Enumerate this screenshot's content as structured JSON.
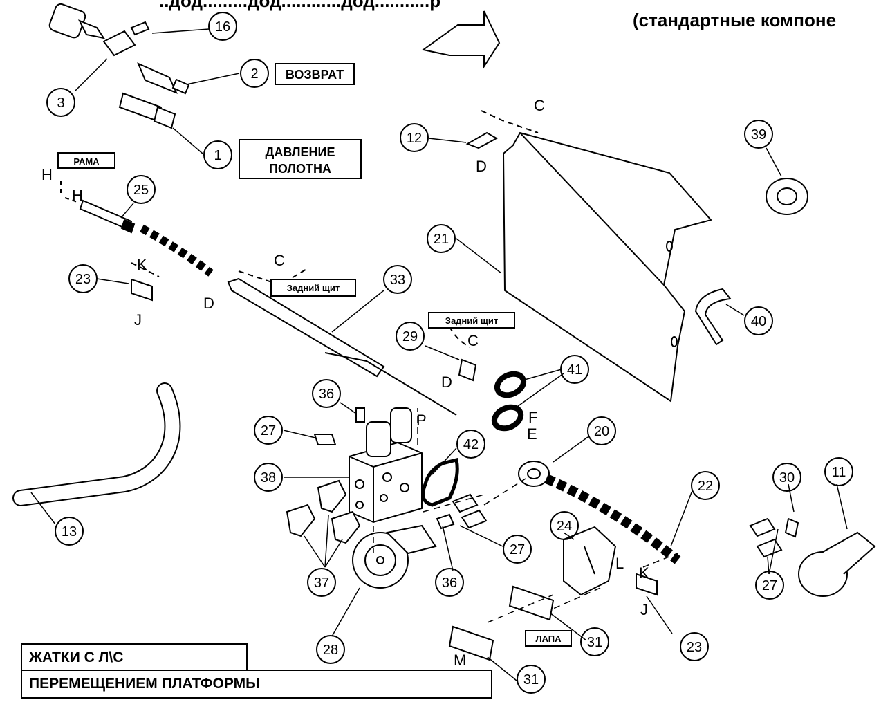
{
  "header": {
    "title_fragment": "..дод.........дод............дод...........р",
    "subtitle": "(стандартные компоне"
  },
  "captions": {
    "return": "ВОЗВРАТ",
    "pressure_line1": "ДАВЛЕНИЕ",
    "pressure_line2": "ПОЛОТНА",
    "frame": "РАМА",
    "rear_shield": "Задний щит",
    "rear_shield_2": "Задний щит",
    "foot": "ЛАПА"
  },
  "title_block": {
    "line1": "ЖАТКИ С Л\\С",
    "line2": "ПЕРЕМЕЩЕНИЕМ ПЛАТФОРМЫ"
  },
  "part_callouts": [
    "16",
    "2",
    "3",
    "1",
    "12",
    "39",
    "25",
    "21",
    "23",
    "33",
    "29",
    "40",
    "41",
    "36",
    "27",
    "38",
    "42",
    "20",
    "22",
    "30",
    "11",
    "13",
    "24",
    "37",
    "28",
    "31",
    "23",
    "27",
    "36",
    "27",
    "31"
  ],
  "reference_letters": [
    "C",
    "D",
    "H",
    "H",
    "K",
    "J",
    "C",
    "D",
    "C",
    "D",
    "P",
    "F",
    "E",
    "L",
    "K",
    "J",
    "M"
  ],
  "colors": {
    "ink": "#000000",
    "paper": "#ffffff"
  }
}
